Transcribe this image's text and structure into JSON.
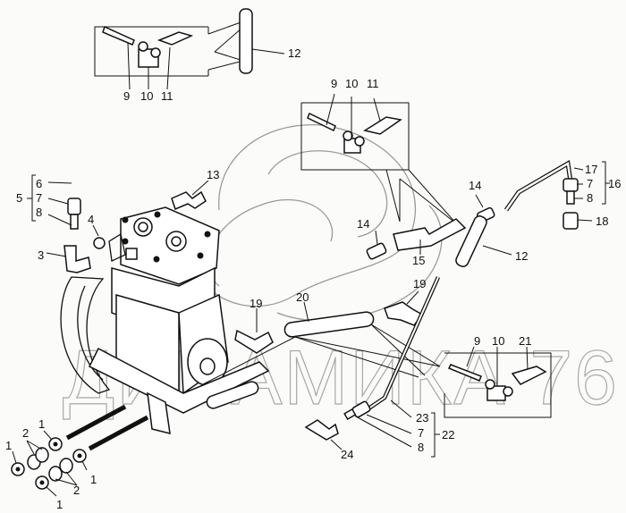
{
  "diagram": {
    "subject": "Air compressor with delivery pipes and fittings (exploded parts view)",
    "watermark": "ДИНАМИКА 76",
    "callouts": [
      {
        "id": "c-12-top",
        "label": "12"
      },
      {
        "id": "c-9-topbox",
        "label": "9"
      },
      {
        "id": "c-10-topbox",
        "label": "10"
      },
      {
        "id": "c-11-topbox",
        "label": "11"
      },
      {
        "id": "c-9-midbox",
        "label": "9"
      },
      {
        "id": "c-10-midbox",
        "label": "10"
      },
      {
        "id": "c-11-midbox",
        "label": "11"
      },
      {
        "id": "c-6",
        "label": "6"
      },
      {
        "id": "c-5",
        "label": "5"
      },
      {
        "id": "c-7-left",
        "label": "7"
      },
      {
        "id": "c-8-left",
        "label": "8"
      },
      {
        "id": "c-13",
        "label": "13"
      },
      {
        "id": "c-4",
        "label": "4"
      },
      {
        "id": "c-3",
        "label": "3"
      },
      {
        "id": "c-14-left",
        "label": "14"
      },
      {
        "id": "c-14-right",
        "label": "14"
      },
      {
        "id": "c-15",
        "label": "15"
      },
      {
        "id": "c-12-right",
        "label": "12"
      },
      {
        "id": "c-17",
        "label": "17"
      },
      {
        "id": "c-7-right",
        "label": "7"
      },
      {
        "id": "c-8-right",
        "label": "8"
      },
      {
        "id": "c-16",
        "label": "16"
      },
      {
        "id": "c-18",
        "label": "18"
      },
      {
        "id": "c-19-left",
        "label": "19"
      },
      {
        "id": "c-20",
        "label": "20"
      },
      {
        "id": "c-19-right",
        "label": "19"
      },
      {
        "id": "c-9-botbox",
        "label": "9"
      },
      {
        "id": "c-10-botbox",
        "label": "10"
      },
      {
        "id": "c-21",
        "label": "21"
      },
      {
        "id": "c-23",
        "label": "23"
      },
      {
        "id": "c-7-bottom",
        "label": "7"
      },
      {
        "id": "c-8-bottom",
        "label": "8"
      },
      {
        "id": "c-22",
        "label": "22"
      },
      {
        "id": "c-24",
        "label": "24"
      },
      {
        "id": "c-1-a",
        "label": "1"
      },
      {
        "id": "c-1-b",
        "label": "1"
      },
      {
        "id": "c-2-a",
        "label": "2"
      },
      {
        "id": "c-1-c",
        "label": "1"
      },
      {
        "id": "c-2-b",
        "label": "2"
      },
      {
        "id": "c-1-d",
        "label": "1"
      }
    ]
  }
}
